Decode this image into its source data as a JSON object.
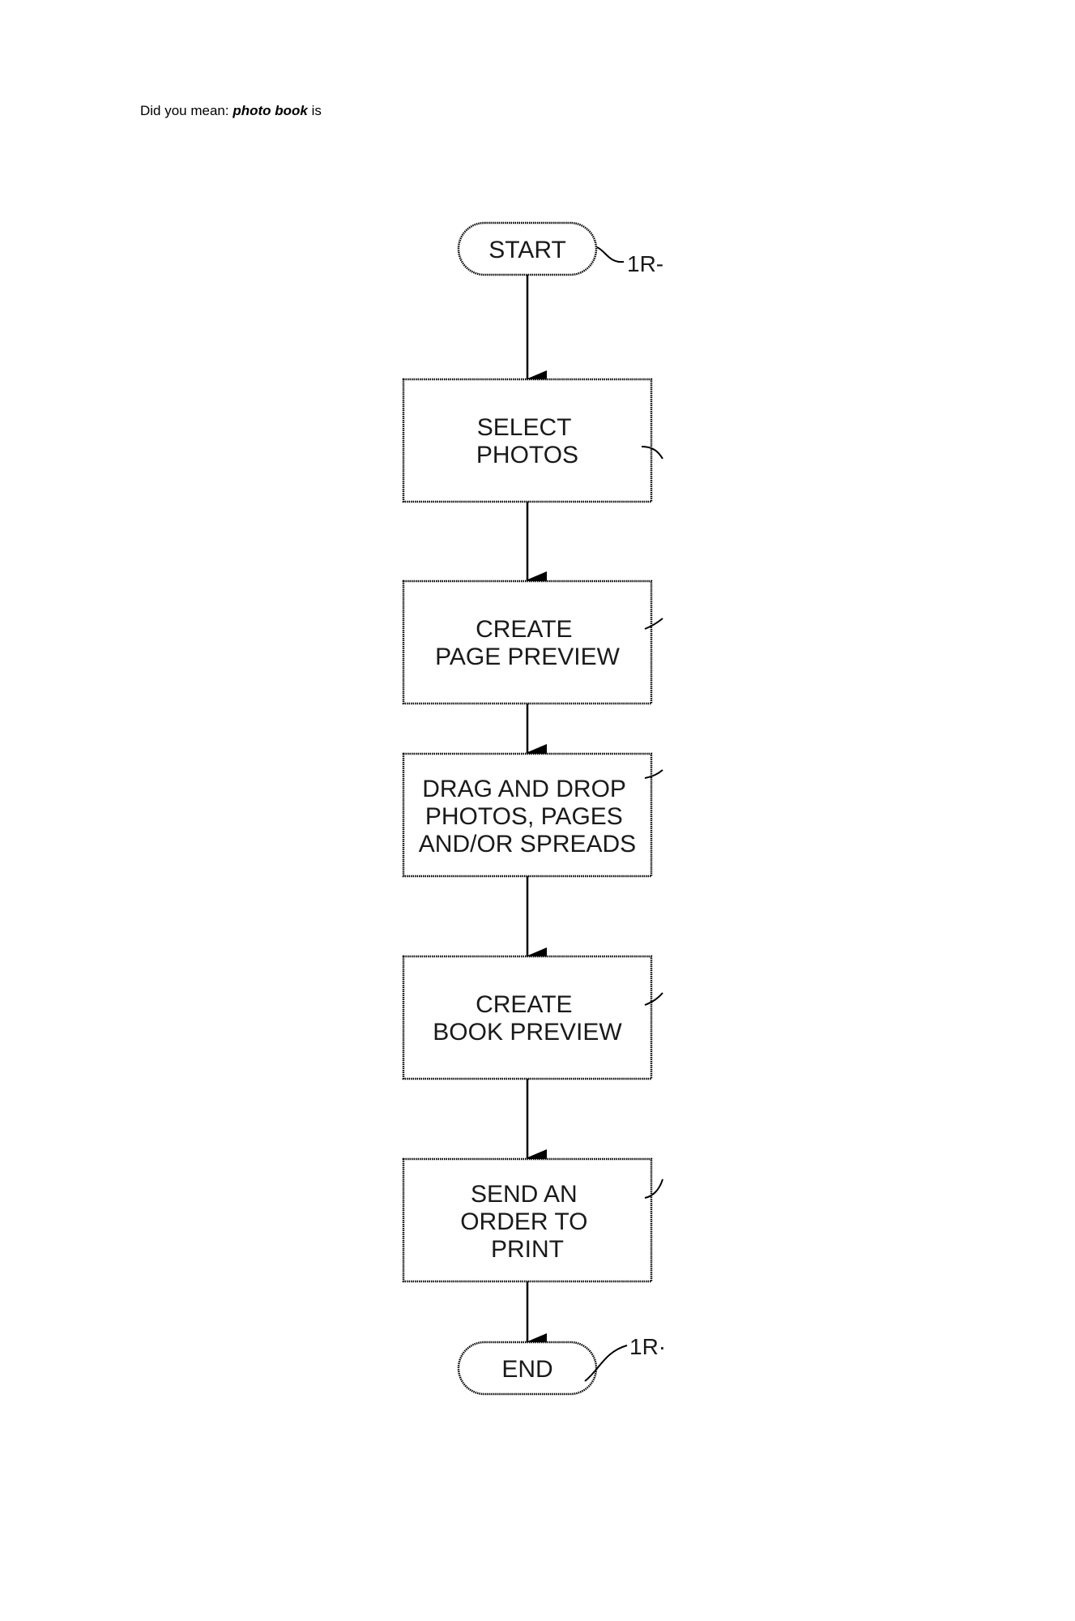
{
  "search_hint": {
    "prefix": "Did you mean:",
    "term": "photo book",
    "suffix": "is"
  },
  "flowchart": {
    "start": {
      "label": "START",
      "ref": "1R-"
    },
    "steps": [
      {
        "lines": [
          "SELECT",
          "PHOTOS"
        ]
      },
      {
        "lines": [
          "CREATE",
          "PAGE PREVIEW"
        ]
      },
      {
        "lines": [
          "DRAG AND DROP",
          "PHOTOS, PAGES",
          "AND/OR SPREADS"
        ]
      },
      {
        "lines": [
          "CREATE",
          "BOOK PREVIEW"
        ]
      },
      {
        "lines": [
          "SEND AN",
          "ORDER TO",
          "PRINT"
        ]
      }
    ],
    "end": {
      "label": "END",
      "ref": "1R·"
    }
  }
}
